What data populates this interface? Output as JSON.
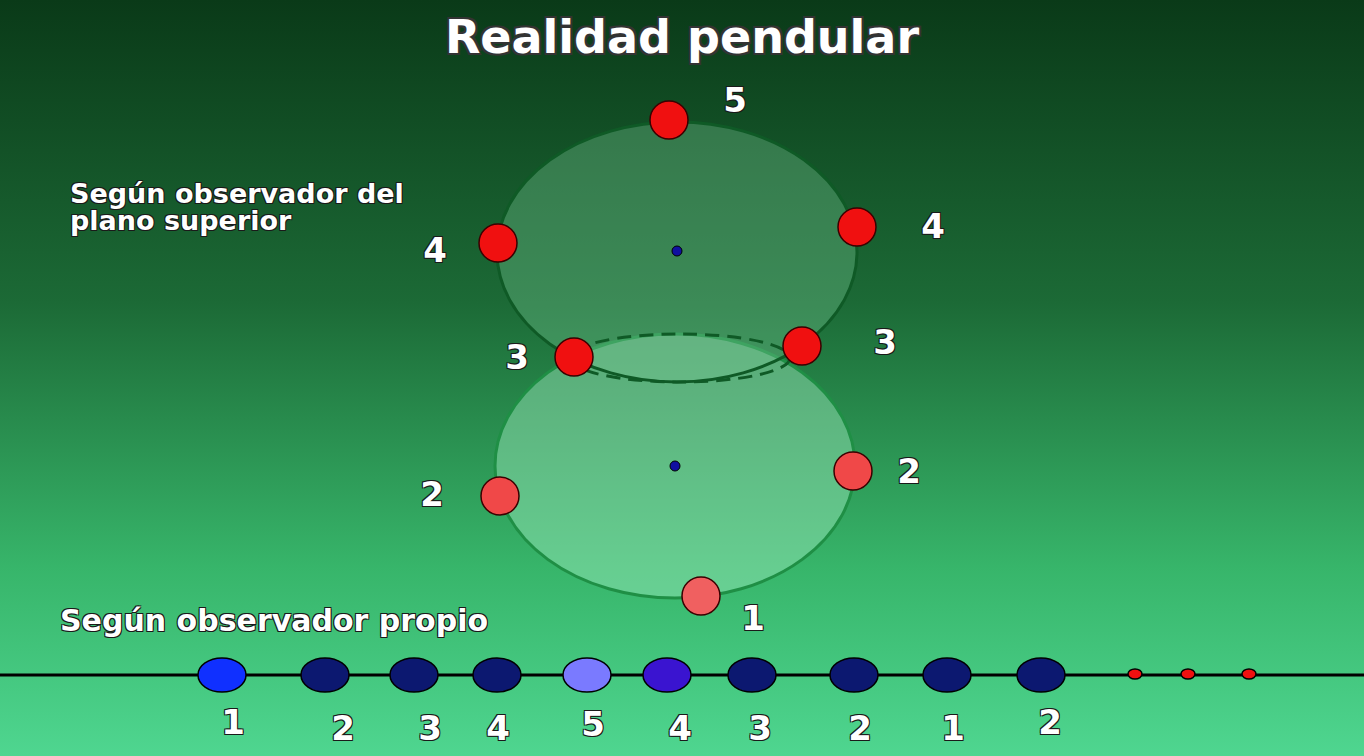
{
  "diagram": {
    "title": "Realidad pendular",
    "labels": [
      "5",
      "Según observador del plano superior",
      "4",
      "4",
      "3",
      "3",
      "2",
      "2",
      "1",
      "Según observador propio",
      "1",
      "2",
      "3",
      "4",
      "5",
      "4",
      "3",
      "2",
      "1",
      "2"
    ]
  }
}
